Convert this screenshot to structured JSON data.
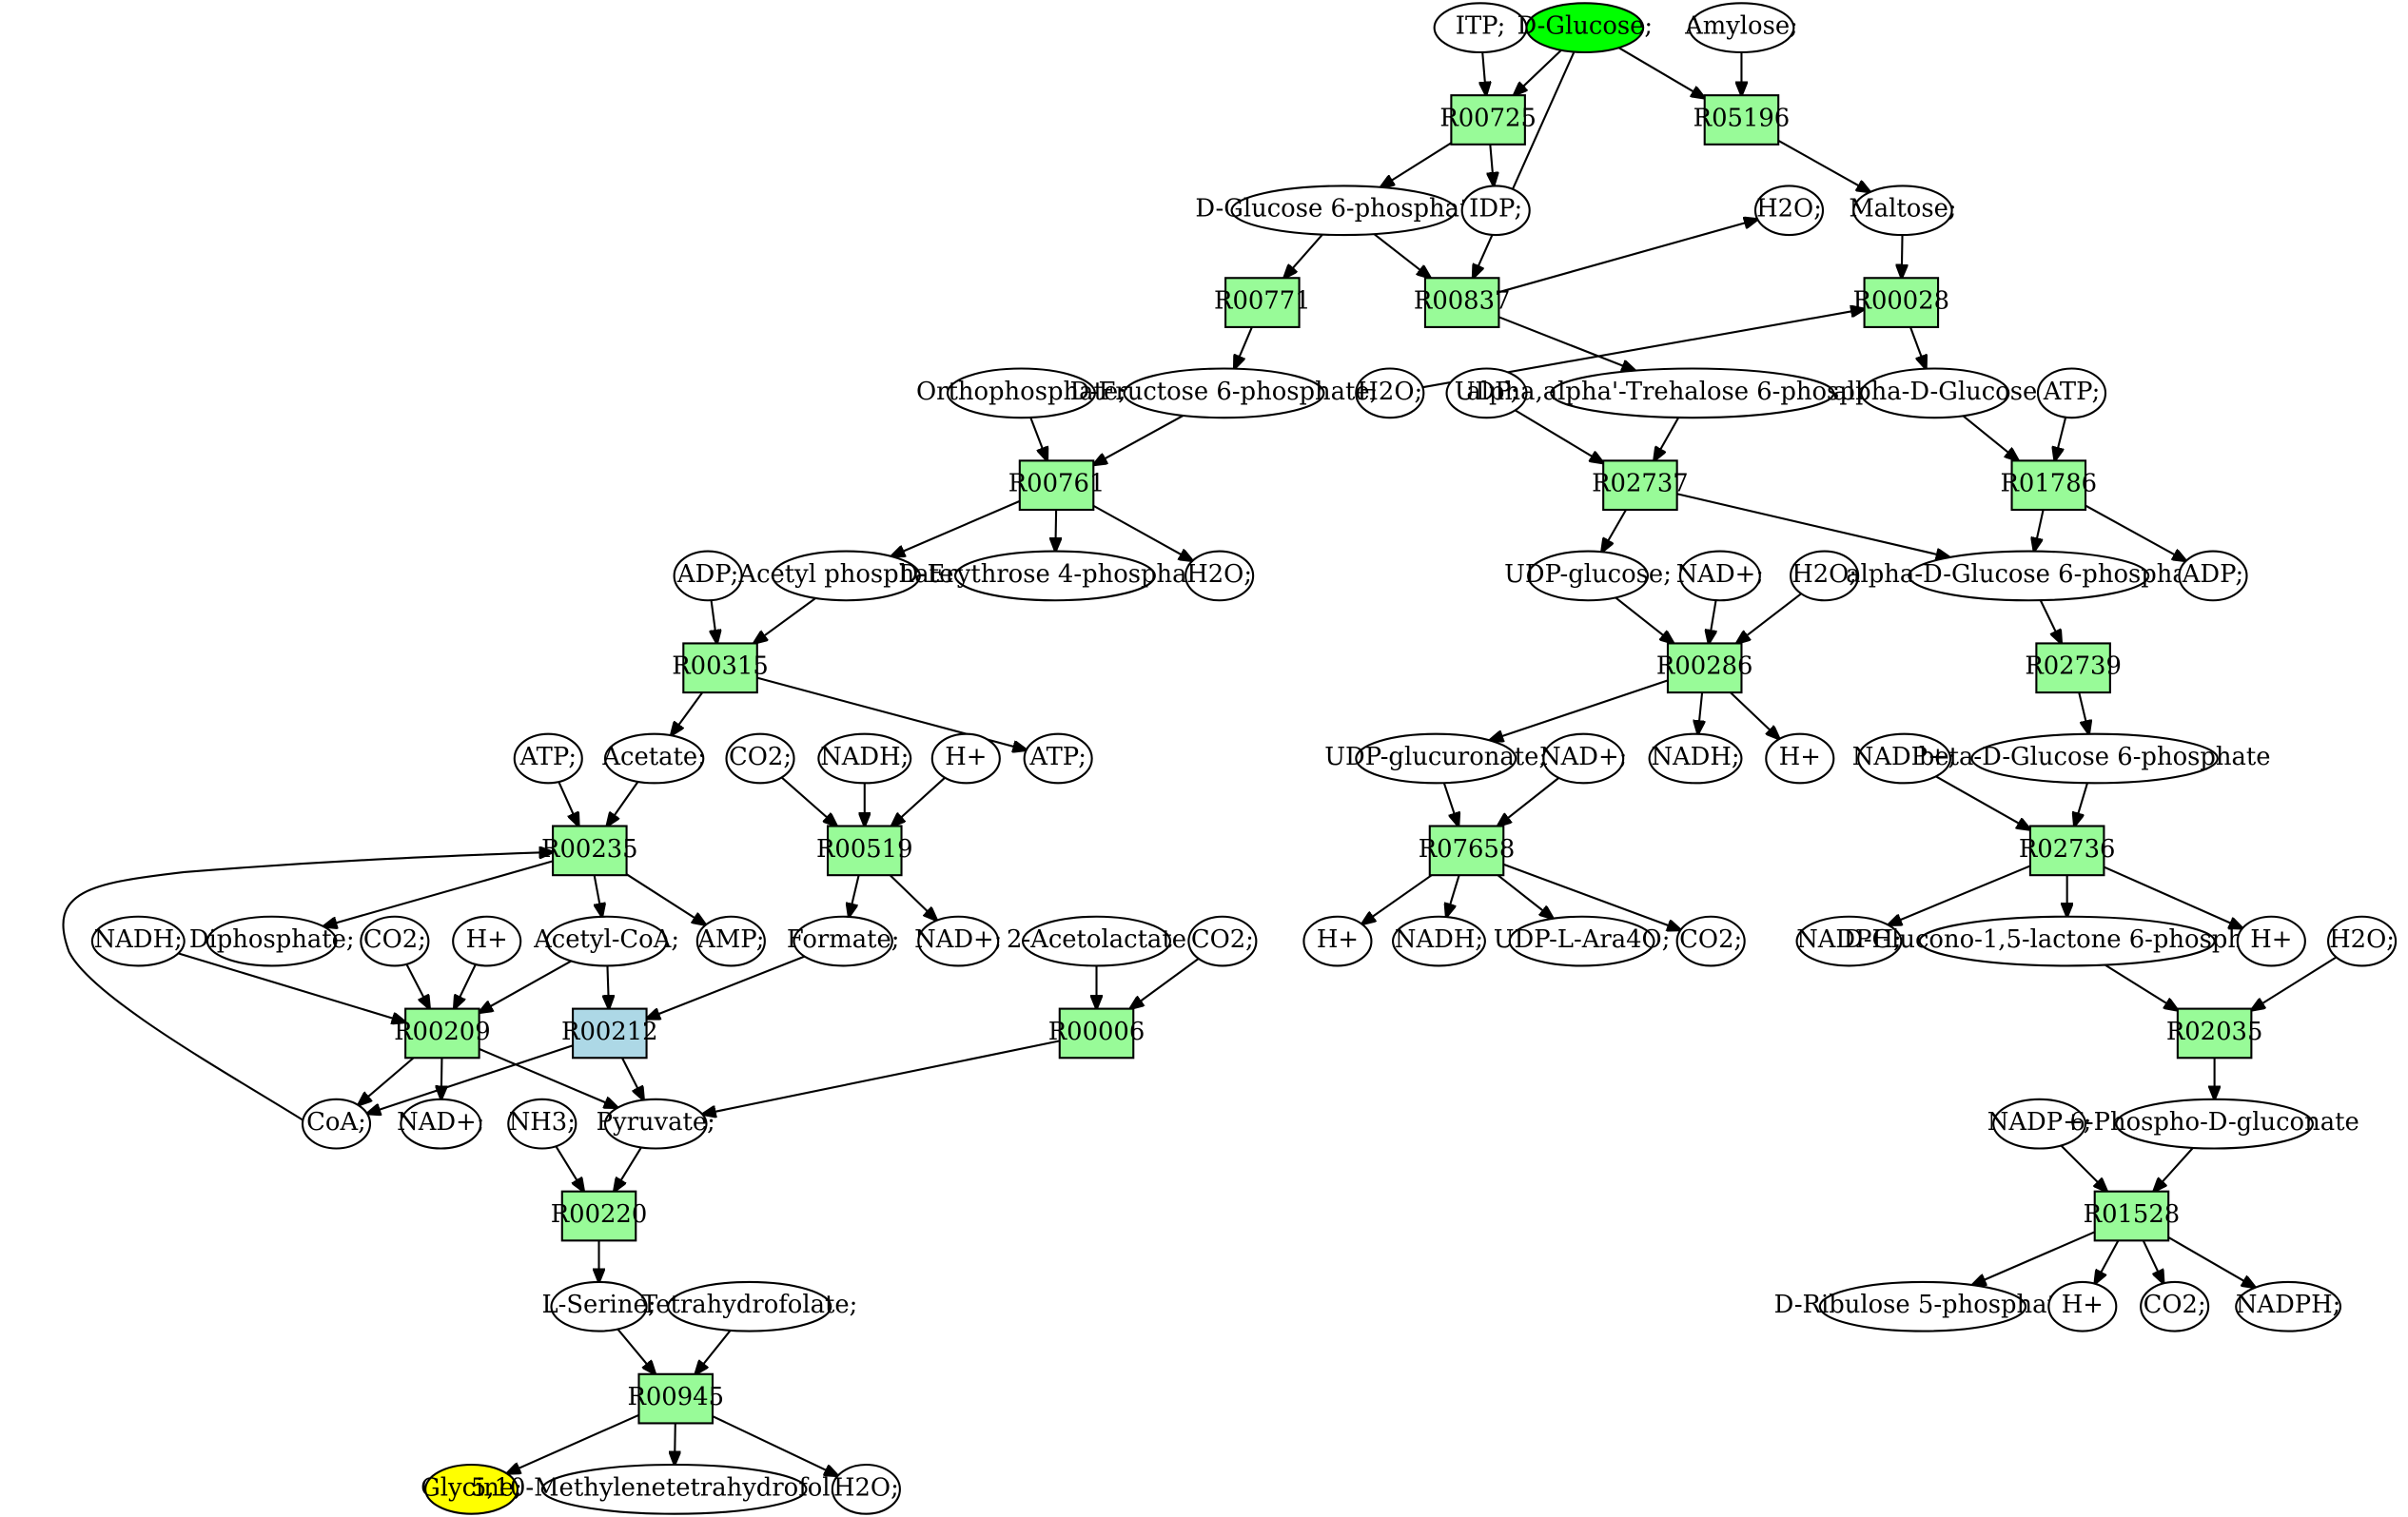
{
  "colors": {
    "reaction": "#98fb98",
    "reaction_alt": "#add8e6",
    "metabolite": "#ffffff",
    "source": "#00ff00",
    "target": "#ffff00",
    "line": "#000000"
  },
  "metabolites": {
    "itp": "ITP;",
    "dglucose": "D-Glucose;",
    "amylose": "Amylose;",
    "g6p": "D-Glucose 6-phosphate;",
    "idp": "IDP;",
    "h2o_a": "H2O;",
    "maltose": "Maltose;",
    "h2o_b": "H2O;",
    "udp": "UDP;",
    "trehalose6p": "alpha,alpha'-Trehalose 6-phosphate;",
    "orthophosphate": "Orthophosphate;",
    "f6p": "D-Fructose 6-phosphate;",
    "adglucose": "alpha-D-Glucose",
    "atp_a": "ATP;",
    "adp_a": "ADP;",
    "acetylp": "Acetyl phosphate",
    "e4p": "D-Erythrose 4-phosphate",
    "h2o_c": "H2O;",
    "udpglucose": "UDP-glucose;",
    "nadp_a": "NAD+;",
    "h2o_d": "H2O;",
    "adg6p": "alpha-D-Glucose 6-phosphate",
    "adp_b": "ADP;",
    "atp_b": "ATP;",
    "acetate": "Acetate;",
    "co2_a": "CO2;",
    "nadh_a": "NADH;",
    "hplus_a": "H+",
    "atp_c": "ATP;",
    "udpglucuronate": "UDP-glucuronate;",
    "nadp_b": "NAD+;",
    "nadh_b": "NADH;",
    "hplus_b": "H+",
    "nadpplus_a": "NADP+;",
    "bdg6p": "beta-D-Glucose 6-phosphate",
    "nadh_c": "NADH;",
    "diphosphate": "Diphosphate;",
    "co2_b": "CO2;",
    "hplus_c": "H+",
    "acetylcoa": "Acetyl-CoA;",
    "amp": "AMP;",
    "formate": "Formate;",
    "nadp_c": "NAD+;",
    "acetolactate": "2-Acetolactate",
    "co2_c": "CO2;",
    "hplus_d": "H+",
    "nadh_d": "NADH;",
    "udpara": "UDP-L-Ara4O;",
    "co2_d": "CO2;",
    "nadph_a": "NADPH;",
    "gluconolactone": "D-Glucono-1,5-lactone 6-phosphate;",
    "hplus_e": "H+",
    "h2o_e": "H2O;",
    "coa": "CoA;",
    "nadp_d": "NAD+;",
    "nh3": "NH3;",
    "pyruvate": "Pyruvate;",
    "nadpplus_b": "NADP+;",
    "phosphogluconate": "6-Phospho-D-gluconate",
    "lserine": "L-Serine;",
    "thf": "Tetrahydrofolate;",
    "ribulose5p": "D-Ribulose 5-phosphate",
    "hplus_f": "H+",
    "co2_e": "CO2;",
    "nadph_b": "NADPH;",
    "glycine": "Glycine;",
    "methylenethf": "5,10-Methylenetetrahydrofolate;",
    "h2o_f": "H2O;"
  },
  "reactions": {
    "R00725": "R00725",
    "R05196": "R05196",
    "R00771": "R00771",
    "R00837": "R00837",
    "R00028": "R00028",
    "R00761": "R00761",
    "R02737": "R02737",
    "R01786": "R01786",
    "R00315": "R00315",
    "R00286": "R00286",
    "R02739": "R02739",
    "R00235": "R00235",
    "R00519": "R00519",
    "R07658": "R07658",
    "R02736": "R02736",
    "R00209": "R00209",
    "R00212": "R00212",
    "R00006": "R00006",
    "R02035": "R02035",
    "R00220": "R00220",
    "R01528": "R01528",
    "R00945": "R00945"
  },
  "edges": [
    [
      "itp",
      "R00725"
    ],
    [
      "dglucose",
      "R00725"
    ],
    [
      "dglucose",
      "R05196"
    ],
    [
      "amylose",
      "R05196"
    ],
    [
      "dglucose",
      "R00837"
    ],
    [
      "R00725",
      "g6p"
    ],
    [
      "R00725",
      "idp"
    ],
    [
      "R05196",
      "maltose"
    ],
    [
      "g6p",
      "R00771"
    ],
    [
      "g6p",
      "R00837"
    ],
    [
      "maltose",
      "R00028"
    ],
    [
      "h2o_b",
      "R00028"
    ],
    [
      "R00837",
      "h2o_a"
    ],
    [
      "R00837",
      "trehalose6p"
    ],
    [
      "R00771",
      "f6p"
    ],
    [
      "R00028",
      "adglucose"
    ],
    [
      "orthophosphate",
      "R00761"
    ],
    [
      "f6p",
      "R00761"
    ],
    [
      "udp",
      "R02737"
    ],
    [
      "trehalose6p",
      "R02737"
    ],
    [
      "adglucose",
      "R01786"
    ],
    [
      "atp_a",
      "R01786"
    ],
    [
      "R00761",
      "acetylp"
    ],
    [
      "R00761",
      "e4p"
    ],
    [
      "R00761",
      "h2o_c"
    ],
    [
      "R02737",
      "udpglucose"
    ],
    [
      "R02737",
      "adg6p"
    ],
    [
      "R01786",
      "adg6p"
    ],
    [
      "R01786",
      "adp_b"
    ],
    [
      "adp_a",
      "R00315"
    ],
    [
      "acetylp",
      "R00315"
    ],
    [
      "udpglucose",
      "R00286"
    ],
    [
      "nadp_a",
      "R00286"
    ],
    [
      "h2o_d",
      "R00286"
    ],
    [
      "adg6p",
      "R02739"
    ],
    [
      "R00315",
      "acetate"
    ],
    [
      "R00315",
      "atp_c"
    ],
    [
      "R00286",
      "udpglucuronate"
    ],
    [
      "R00286",
      "nadh_b"
    ],
    [
      "R00286",
      "hplus_b"
    ],
    [
      "R02739",
      "bdg6p"
    ],
    [
      "atp_b",
      "R00235"
    ],
    [
      "acetate",
      "R00235"
    ],
    [
      "co2_a",
      "R00519"
    ],
    [
      "nadh_a",
      "R00519"
    ],
    [
      "hplus_a",
      "R00519"
    ],
    [
      "udpglucuronate",
      "R07658"
    ],
    [
      "nadp_b",
      "R07658"
    ],
    [
      "nadpplus_a",
      "R02736"
    ],
    [
      "bdg6p",
      "R02736"
    ],
    [
      "R00235",
      "diphosphate"
    ],
    [
      "R00235",
      "acetylcoa"
    ],
    [
      "R00235",
      "amp"
    ],
    [
      "R00519",
      "formate"
    ],
    [
      "R00519",
      "nadp_c"
    ],
    [
      "R07658",
      "hplus_d"
    ],
    [
      "R07658",
      "nadh_d"
    ],
    [
      "R07658",
      "udpara"
    ],
    [
      "R07658",
      "co2_d"
    ],
    [
      "R02736",
      "nadph_a"
    ],
    [
      "R02736",
      "gluconolactone"
    ],
    [
      "R02736",
      "hplus_e"
    ],
    [
      "nadh_c",
      "R00209"
    ],
    [
      "co2_b",
      "R00209"
    ],
    [
      "hplus_c",
      "R00209"
    ],
    [
      "acetylcoa",
      "R00209"
    ],
    [
      "acetylcoa",
      "R00212"
    ],
    [
      "formate",
      "R00212"
    ],
    [
      "acetolactate",
      "R00006"
    ],
    [
      "co2_c",
      "R00006"
    ],
    [
      "gluconolactone",
      "R02035"
    ],
    [
      "h2o_e",
      "R02035"
    ],
    [
      "R00209",
      "coa"
    ],
    [
      "R00209",
      "nadp_d"
    ],
    [
      "R00209",
      "pyruvate"
    ],
    [
      "R00212",
      "coa"
    ],
    [
      "R00212",
      "pyruvate"
    ],
    [
      "R00006",
      "pyruvate"
    ],
    [
      "R02035",
      "phosphogluconate"
    ],
    [
      "nh3",
      "R00220"
    ],
    [
      "pyruvate",
      "R00220"
    ],
    [
      "nadpplus_b",
      "R01528"
    ],
    [
      "phosphogluconate",
      "R01528"
    ],
    [
      "R00220",
      "lserine"
    ],
    [
      "R01528",
      "ribulose5p"
    ],
    [
      "R01528",
      "hplus_f"
    ],
    [
      "R01528",
      "co2_e"
    ],
    [
      "R01528",
      "nadph_b"
    ],
    [
      "lserine",
      "R00945"
    ],
    [
      "thf",
      "R00945"
    ],
    [
      "R00945",
      "glycine"
    ],
    [
      "R00945",
      "methylenethf"
    ],
    [
      "R00945",
      "h2o_f"
    ]
  ]
}
